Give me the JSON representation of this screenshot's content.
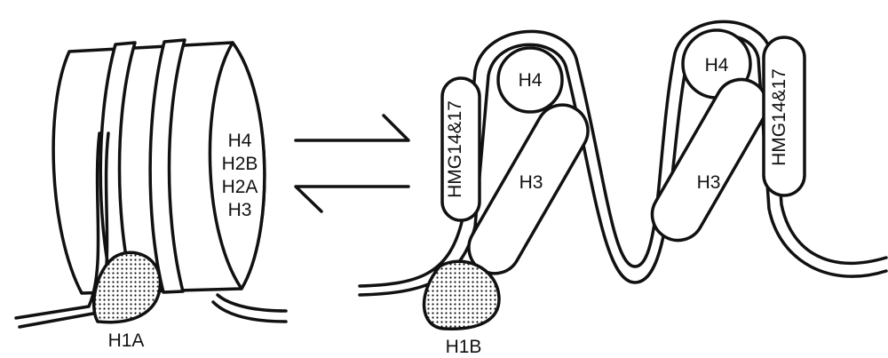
{
  "left_nucleosome": {
    "core_histones": [
      "H4",
      "H2B",
      "H2A",
      "H3"
    ],
    "linker_histone": "H1A"
  },
  "right_unfolded": {
    "loop1": {
      "h4": "H4",
      "h3": "H3",
      "hmg": "HMG14&17"
    },
    "loop2": {
      "h4": "H4",
      "h3": "H3",
      "hmg": "HMG14&17"
    },
    "linker_histone": "H1B"
  },
  "colors": {
    "ink": "#111111",
    "paper": "#ffffff"
  }
}
